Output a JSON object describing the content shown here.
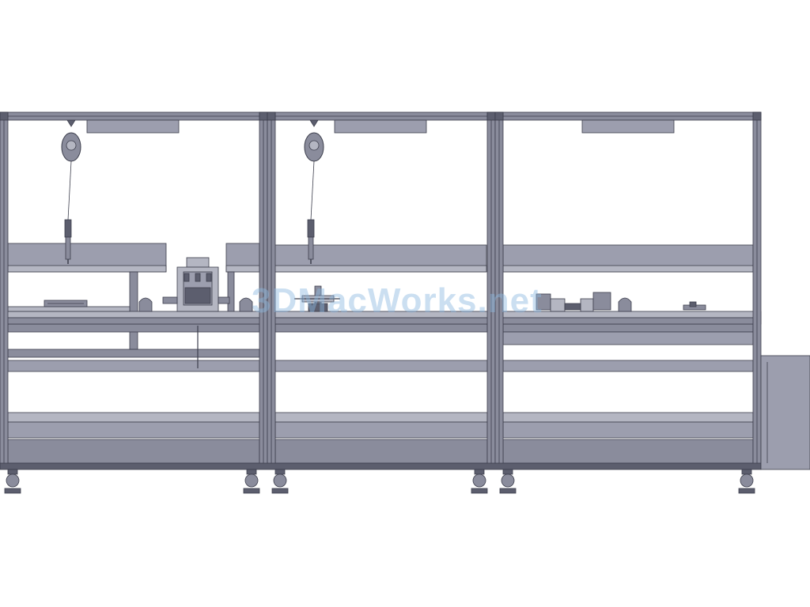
{
  "watermark": {
    "text": "3DMacWorks.net"
  },
  "colors": {
    "steel": "#8a8c9c",
    "steel_dark": "#5c5e6e",
    "steel_light": "#b4b6c2",
    "outline": "#3c3e4c",
    "panel": "#9c9eae",
    "background": "#ffffff"
  },
  "stations": [
    {
      "id": "station-1",
      "balancer": true,
      "lamp": true,
      "fixtures": [
        "plate-fixture",
        "clamp-pair",
        "press-unit"
      ]
    },
    {
      "id": "station-2",
      "balancer": true,
      "lamp": true,
      "fixtures": [
        "center-jig"
      ]
    },
    {
      "id": "station-3",
      "balancer": false,
      "lamp": true,
      "fixtures": [
        "dual-clamp-jig",
        "clamp-pair",
        "small-jig"
      ]
    }
  ],
  "side_cabinet": true
}
